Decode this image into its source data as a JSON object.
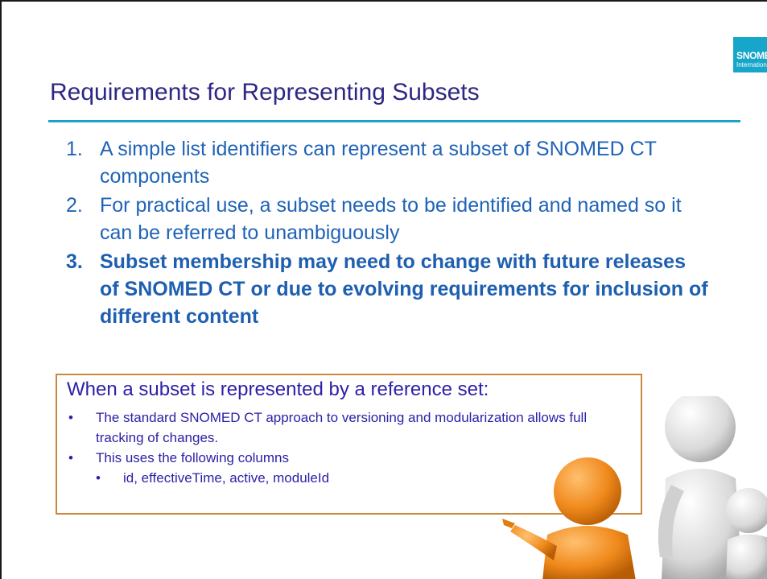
{
  "logo": {
    "line1": "SNOMED",
    "line2": "International"
  },
  "title": "Requirements for Representing Subsets",
  "requirements": [
    {
      "num": "1.",
      "text": "A simple list identifiers can represent a subset of SNOMED CT components"
    },
    {
      "num": "2.",
      "text": "For practical use, a subset needs to be identified and named so it can be referred to unambiguously"
    },
    {
      "num": "3.",
      "text": "Subset membership may need to change with future releases of SNOMED CT or due to evolving requirements for inclusion of different content"
    }
  ],
  "note": {
    "heading": "When a subset is represented by a reference set:",
    "bullets": [
      "The standard SNOMED CT approach to versioning and modularization allows full tracking of changes.",
      "This uses the following columns"
    ],
    "sub_bullets": [
      "id, effectiveTime, active, moduleId"
    ]
  },
  "colors": {
    "title": "#2e2784",
    "accent_rule": "#1aa2c9",
    "list_text": "#1f63b7",
    "note_border": "#c8883e",
    "note_text": "#2c21a8",
    "figure_orange": "#f08a1c"
  }
}
